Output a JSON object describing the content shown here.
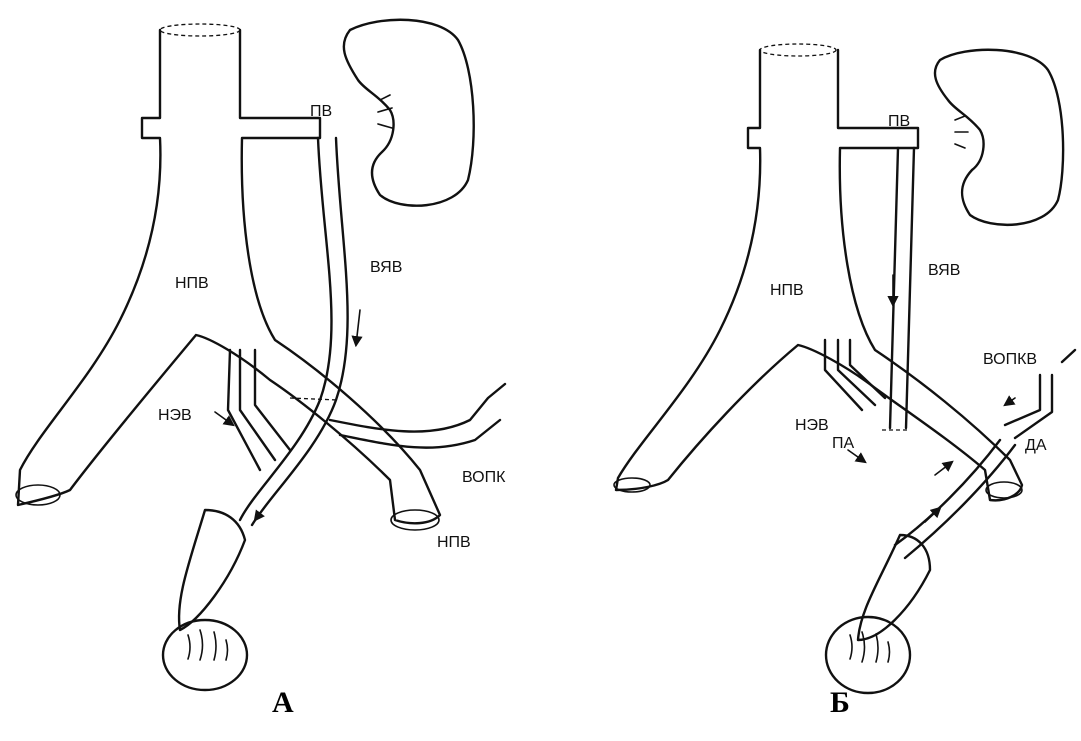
{
  "panel_a": {
    "caption": "А",
    "labels": {
      "renal_vein": "ПВ",
      "ivc_upper": "НПВ",
      "testicular_vein": "ВЯВ",
      "iliac_vein": "НЭВ",
      "circumflex_vein": "ВОПК",
      "ivc_lower": "НПВ"
    }
  },
  "panel_b": {
    "caption": "Б",
    "labels": {
      "renal_vein": "ПВ",
      "ivc": "НПВ",
      "testicular_vein": "ВЯВ",
      "circumflex_vein": "ВОПКВ",
      "iliac_vein": "НЭВ",
      "proximal_anastomosis": "ПА",
      "distal_anastomosis": "ДА"
    }
  }
}
